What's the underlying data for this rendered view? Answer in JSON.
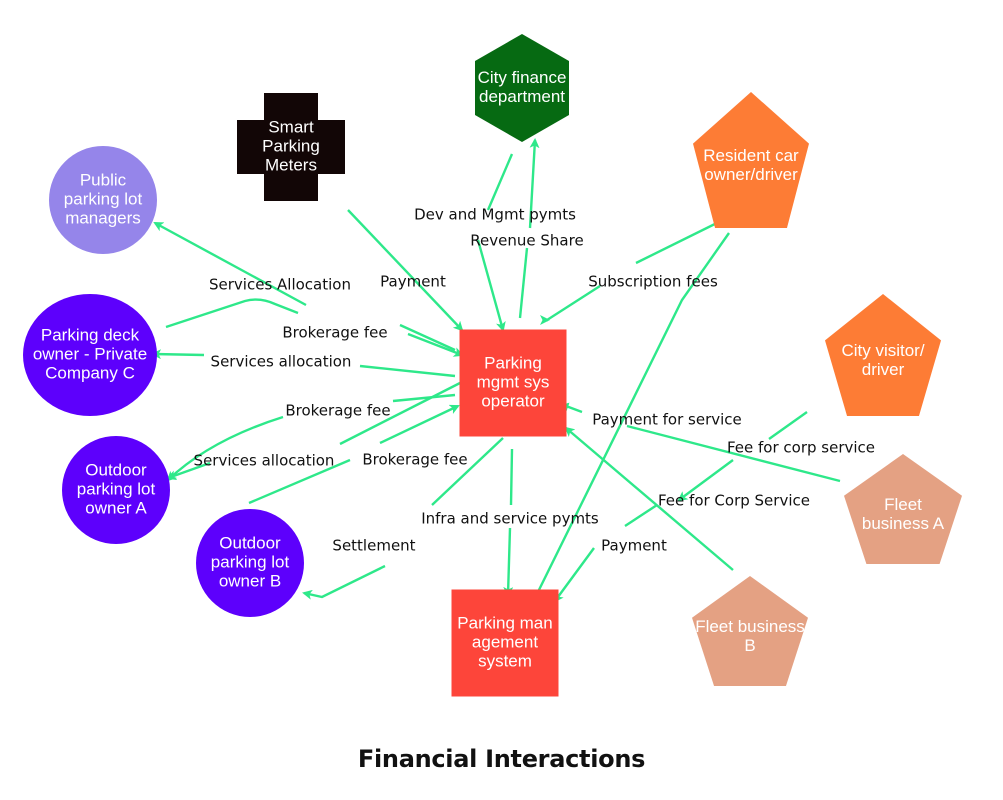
{
  "title": "Financial Interactions",
  "colors": {
    "edge": "#2ee88a",
    "operator": "#fd453a",
    "pms": "#fd453a",
    "meters": "#120606",
    "finance": "#066a12",
    "resident": "#fd7c35",
    "visitor": "#fd7c35",
    "fleet": "#e4a183",
    "public_lot": "#9585ea",
    "owner": "#5d00fc"
  },
  "nodes": [
    {
      "id": "meters",
      "shape": "cross",
      "label": [
        "Smart",
        "Parking",
        "Meters"
      ]
    },
    {
      "id": "finance",
      "shape": "hexagon",
      "label": [
        "City finance",
        "department"
      ]
    },
    {
      "id": "resident",
      "shape": "pentagon",
      "label": [
        "Resident car",
        "owner/driver"
      ]
    },
    {
      "id": "visitor",
      "shape": "pentagon",
      "label": [
        "City visitor/",
        "driver"
      ]
    },
    {
      "id": "fleetA",
      "shape": "pentagon",
      "label": [
        "Fleet",
        "business A"
      ]
    },
    {
      "id": "fleetB",
      "shape": "pentagon",
      "label": [
        "Fleet business",
        "B"
      ]
    },
    {
      "id": "public_lot",
      "shape": "circle",
      "label": [
        "Public",
        "parking lot",
        "managers"
      ]
    },
    {
      "id": "deck",
      "shape": "circle",
      "label": [
        "Parking deck",
        "owner - Private",
        "Company C"
      ]
    },
    {
      "id": "outdoorA",
      "shape": "circle",
      "label": [
        "Outdoor",
        "parking lot",
        "owner A"
      ]
    },
    {
      "id": "outdoorB",
      "shape": "circle",
      "label": [
        "Outdoor",
        "parking lot",
        "owner B"
      ]
    },
    {
      "id": "operator",
      "shape": "square",
      "label": [
        "Parking",
        "mgmt sys",
        "operator"
      ]
    },
    {
      "id": "pms",
      "shape": "square",
      "label": [
        "Parking man",
        "agement",
        "system"
      ]
    }
  ],
  "edges": [
    {
      "from": "meters",
      "to": "operator",
      "label": "Payment"
    },
    {
      "from": "operator",
      "to": "finance",
      "label": "Dev and Mgmt pymts"
    },
    {
      "from": "finance",
      "to": "operator",
      "label": "Revenue Share"
    },
    {
      "from": "resident",
      "to": "operator",
      "label": "Subscription fees"
    },
    {
      "from": "resident",
      "to": "pms",
      "label": ""
    },
    {
      "from": "operator",
      "to": "public_lot",
      "label": "Services Allocation"
    },
    {
      "from": "deck",
      "to": "operator",
      "label": "Brokerage fee"
    },
    {
      "from": "operator",
      "to": "deck",
      "label": "Services allocation"
    },
    {
      "from": "outdoorA",
      "to": "operator",
      "label": "Brokerage fee"
    },
    {
      "from": "operator",
      "to": "outdoorA",
      "label": "Services allocation"
    },
    {
      "from": "outdoorB",
      "to": "operator",
      "label": "Brokerage fee"
    },
    {
      "from": "operator",
      "to": "outdoorB",
      "label": "Settlement"
    },
    {
      "from": "fleetA",
      "to": "operator",
      "label": "Payment for service"
    },
    {
      "from": "visitor",
      "to": "pms",
      "label": "Fee for corp service"
    },
    {
      "from": "fleetB",
      "to": "operator",
      "label": "Fee for Corp Service"
    },
    {
      "from": "visitor",
      "to": "pms",
      "label": "Payment"
    },
    {
      "from": "operator",
      "to": "pms",
      "label": "Infra and service pymts"
    }
  ]
}
